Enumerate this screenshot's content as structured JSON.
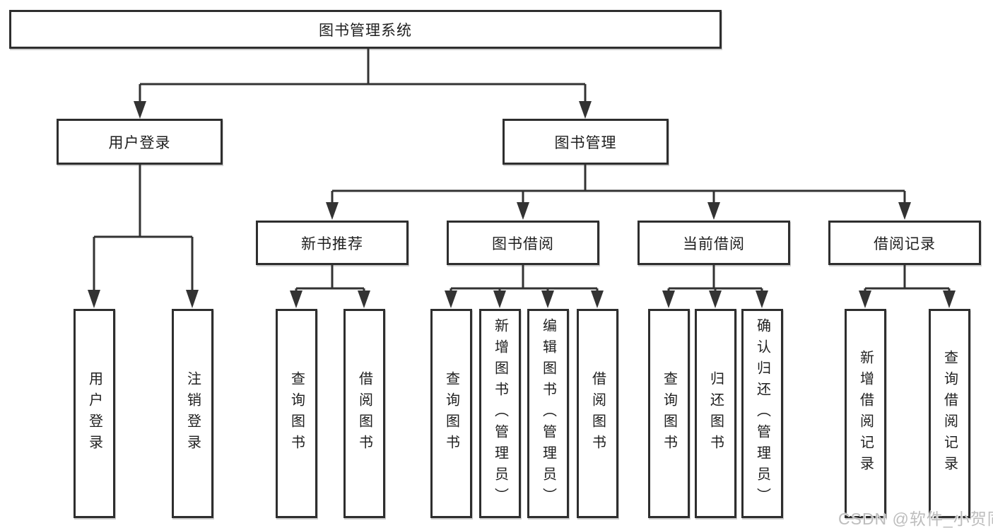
{
  "diagram": {
    "title": "图书管理系统",
    "branches": {
      "user_login": {
        "label": "用户登录",
        "children": [
          "用户登录",
          "注销登录"
        ]
      },
      "book_mgmt": {
        "label": "图书管理",
        "groups": {
          "new_book": {
            "label": "新书推荐",
            "children": [
              "查询图书",
              "借阅图书"
            ]
          },
          "borrow": {
            "label": "图书借阅",
            "children": [
              "查询图书",
              "新增图书（管理员）",
              "编辑图书（管理员）",
              "借阅图书"
            ]
          },
          "current": {
            "label": "当前借阅",
            "children": [
              "查询图书",
              "归还图书",
              "确认归还（管理员）"
            ]
          },
          "record": {
            "label": "借阅记录",
            "children": [
              "新增借阅记录",
              "查询借阅记录"
            ]
          }
        }
      }
    }
  },
  "watermark": "CSDN @软件_小贺同学",
  "colors": {
    "line": "#333333",
    "border": "#2e2e2e",
    "text": "#1f1f1f",
    "background": "#ffffff",
    "watermark": "#bdbdbd"
  }
}
